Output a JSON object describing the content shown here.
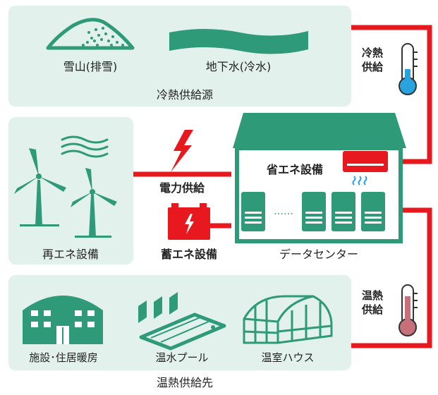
{
  "sources": {
    "snow": "雪山(排雪)",
    "groundwater": "地下水(冷水)",
    "caption": "冷熱供給源"
  },
  "renewable": {
    "caption": "再エネ設備"
  },
  "power_label": "電力供給",
  "storage_label": "蓄エネ設備",
  "datacenter": {
    "caption": "データセンター",
    "saving_label": "省エネ設備",
    "dots": "……"
  },
  "cold_supply": {
    "line1": "冷熱",
    "line2": "供給"
  },
  "warm_supply": {
    "line1": "温熱",
    "line2": "供給"
  },
  "destinations": {
    "facility": "施設･住居暖房",
    "pool": "温水プール",
    "greenhouse": "温室ハウス",
    "caption": "温熱供給先"
  },
  "colors": {
    "panel": "#e3f1ec",
    "green": "#2e9a78",
    "red": "#e8191e",
    "thermo_cold": "#29a3e0",
    "thermo_warm": "#c8707a"
  },
  "icons": [
    "snow-mountain-icon",
    "groundwater-icon",
    "wind-turbine-icon",
    "wind-icon",
    "lightning-icon",
    "battery-icon",
    "datacenter-icon",
    "server-rack-icon",
    "air-conditioner-icon",
    "thermometer-cold-icon",
    "thermometer-warm-icon",
    "building-icon",
    "pool-icon",
    "greenhouse-icon"
  ]
}
